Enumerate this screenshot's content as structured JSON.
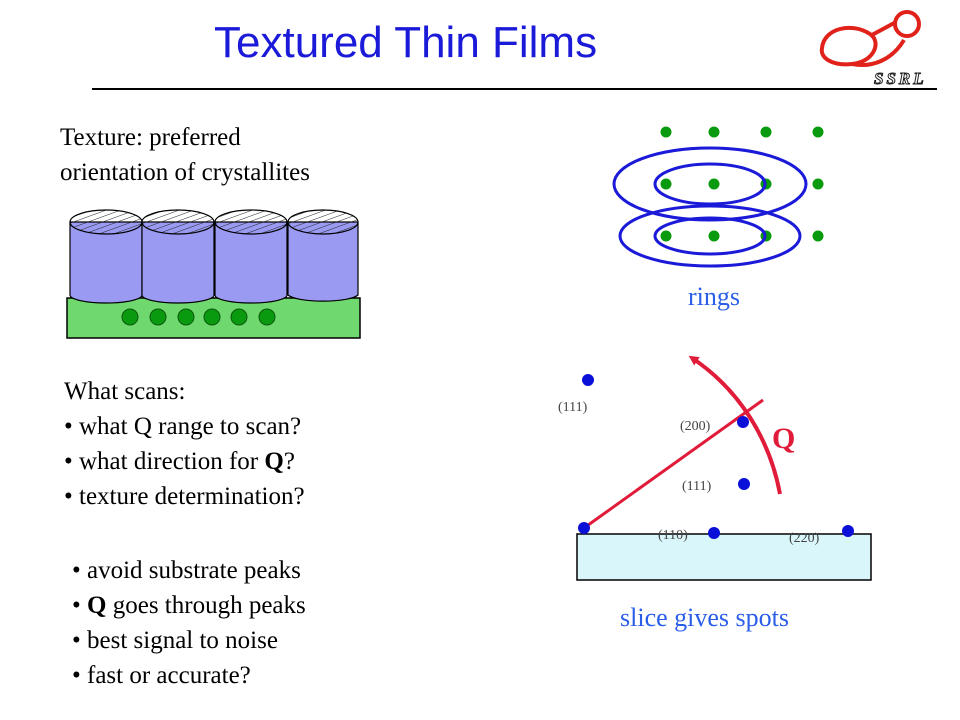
{
  "title": "Textured Thin Films",
  "logo": {
    "text": "SSRL",
    "colors": {
      "ring": "#e0221a",
      "text": "#1c1c1c"
    }
  },
  "colors": {
    "title": "#1a1ad8",
    "label": "#2a5ee8",
    "grain": "#9a9af2",
    "substrate": "#6fd86f",
    "dot": "#0a9a10",
    "ring": "#1a1ad8",
    "spot": "#0a10d8",
    "q_vector": "#e01c3a",
    "slice_substrate": "#d9f7fb"
  },
  "definition": {
    "line1": "Texture: preferred",
    "line2": "orientation of crystallites"
  },
  "scans": {
    "heading": "What scans:",
    "items": [
      {
        "prefix": "• what Q range to scan?",
        "bold": "",
        "suffix": ""
      },
      {
        "prefix": "• what direction for ",
        "bold": "Q",
        "suffix": "?"
      },
      {
        "prefix": "• texture determination?",
        "bold": "",
        "suffix": ""
      }
    ]
  },
  "answers": {
    "items": [
      {
        "prefix": "• avoid substrate peaks",
        "bold": "",
        "suffix": ""
      },
      {
        "prefix": "• ",
        "bold": "Q",
        "suffix": " goes through peaks"
      },
      {
        "prefix": "• best signal to noise",
        "bold": "",
        "suffix": ""
      },
      {
        "prefix": "• fast or accurate?",
        "bold": "",
        "suffix": ""
      }
    ]
  },
  "rings_label": "rings",
  "slice_label": "slice gives spots",
  "q_label": "Q",
  "peak_labels": {
    "p111_top": "(111)",
    "p200": "(200)",
    "p111": "(111)",
    "p110": "(110)",
    "p220": "(220)"
  }
}
